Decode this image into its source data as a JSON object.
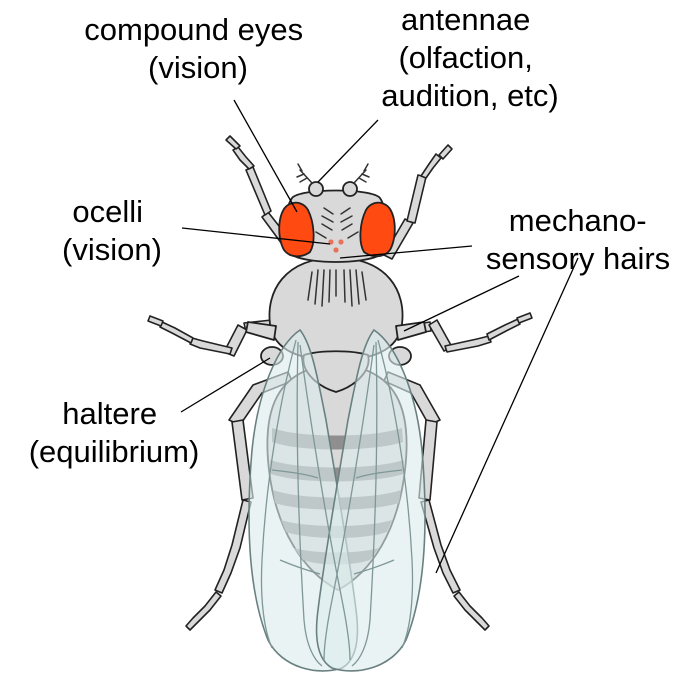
{
  "labels": {
    "compound_eyes": [
      "compound eyes",
      "(vision)"
    ],
    "antennae": [
      "antennae",
      "(olfaction,",
      "audition, etc)"
    ],
    "ocelli": [
      "ocelli",
      "(vision)"
    ],
    "mechanosensory_hairs": [
      "mechano-",
      "sensory hairs"
    ],
    "haltere": [
      "haltere",
      "(equilibrium)"
    ]
  },
  "colors": {
    "eye": "#ff4a12",
    "ocellus": "#e8735a",
    "body": "#d9d9d9",
    "wing": "#dcecec",
    "abdomen_band": "#8f8f8f",
    "outline": "#222222"
  }
}
